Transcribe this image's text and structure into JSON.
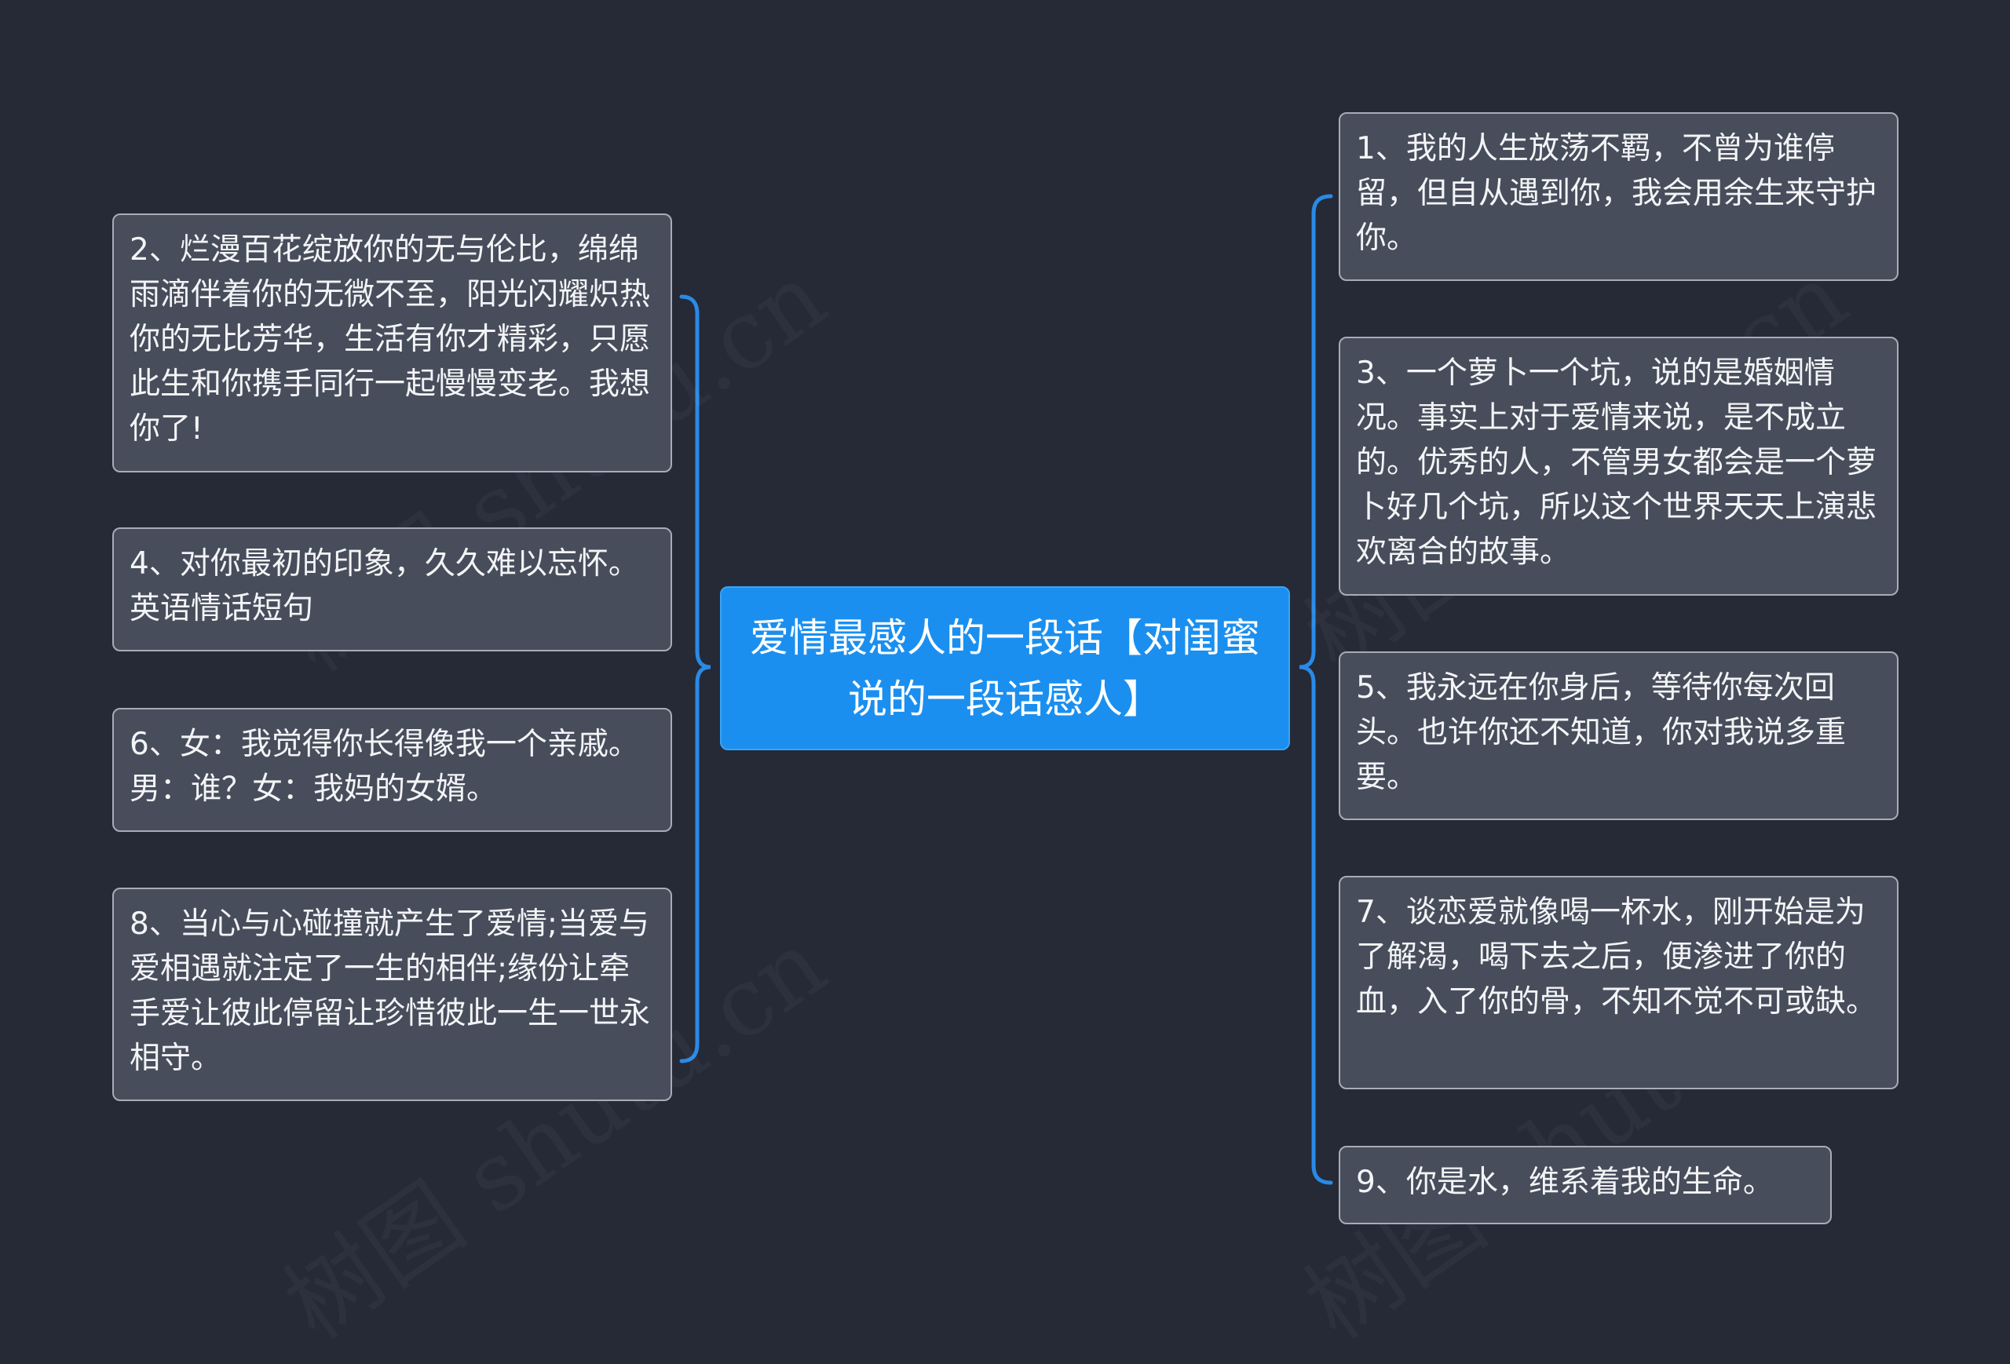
{
  "center": {
    "title": "爱情最感人的一段话【对闺蜜说的一段话感人】"
  },
  "left_nodes": [
    {
      "text": "2、烂漫百花绽放你的无与伦比，绵绵雨滴伴着你的无微不至，阳光闪耀炽热你的无比芳华，生活有你才精彩，只愿此生和你携手同行一起慢慢变老。我想你了!"
    },
    {
      "text": "4、对你最初的印象，久久难以忘怀。英语情话短句"
    },
    {
      "text": "6、女：我觉得你长得像我一个亲戚。男：谁？女：我妈的女婿。"
    },
    {
      "text": "8、当心与心碰撞就产生了爱情;当爱与爱相遇就注定了一生的相伴;缘份让牵手爱让彼此停留让珍惜彼此一生一世永相守。"
    }
  ],
  "right_nodes": [
    {
      "text": "1、我的人生放荡不羁，不曾为谁停留，但自从遇到你，我会用余生来守护你。"
    },
    {
      "text": "3、一个萝卜一个坑，说的是婚姻情况。事实上对于爱情来说，是不成立的。优秀的人，不管男女都会是一个萝卜好几个坑，所以这个世界天天上演悲欢离合的故事。"
    },
    {
      "text": "5、我永远在你身后，等待你每次回头。也许你还不知道，你对我说多重要。"
    },
    {
      "text": "7、谈恋爱就像喝一杯水，刚开始是为了解渴，喝下去之后，便渗进了你的血，入了你的骨，不知不觉不可或缺。"
    },
    {
      "text": "9、你是水，维系着我的生命。"
    }
  ],
  "colors": {
    "background": "#252a36",
    "center_fill": "#1b8fef",
    "leaf_fill": "#474d5b",
    "leaf_border": "#a7acb6",
    "connector": "#2a8ae6"
  }
}
